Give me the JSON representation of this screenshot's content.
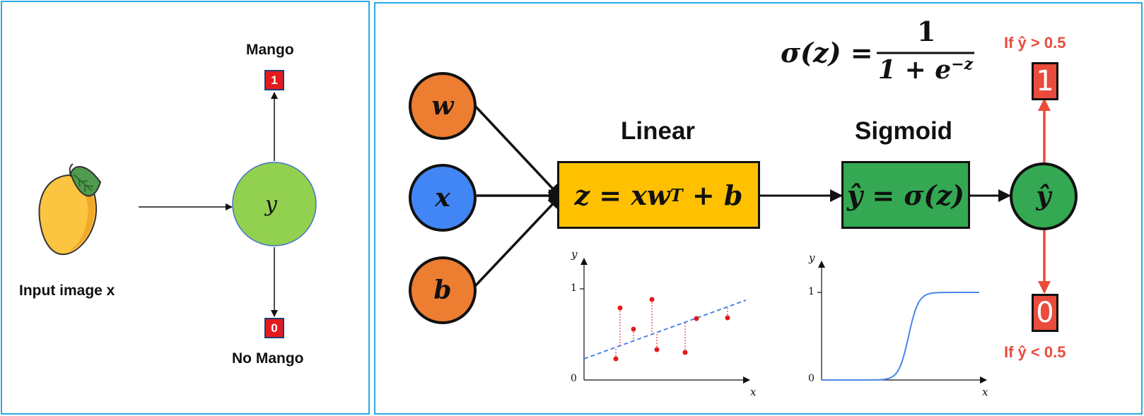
{
  "left": {
    "mango_label": "Mango",
    "no_mango_label": "No Mango",
    "input_label": "Input image x",
    "node_label": "y",
    "out_top": "1",
    "out_bottom": "0"
  },
  "right": {
    "formula": {
      "lhs": "σ(z) =",
      "numerator": "1",
      "denominator": "1 + e",
      "exponent": "−z"
    },
    "inputs": [
      "w",
      "x",
      "b"
    ],
    "linear_title": "Linear",
    "linear_formula": {
      "base": "z = xw",
      "sup": "T",
      "tail": " + b"
    },
    "sigmoid_title": "Sigmoid",
    "sigmoid_formula": "ŷ = σ(z)",
    "output_node": "ŷ",
    "out_top": "1",
    "out_bottom": "0",
    "cond_top": "If ŷ > 0.5",
    "cond_bottom": "If ŷ < 0.5",
    "linear_plot": {
      "ylabel": "y",
      "xlabel": "x",
      "tick_1": "1",
      "tick_0": "0"
    },
    "sigmoid_plot": {
      "ylabel": "y",
      "xlabel": "x",
      "tick_1": "1",
      "tick_0": "0"
    }
  },
  "colors": {
    "border": "#29abe2",
    "orange": "#ed7d31",
    "blue": "#4285f4",
    "yellow": "#ffc000",
    "green": "#34a853",
    "lightgreen": "#92d050",
    "red": "#e94b3c",
    "mango": "#fcc541"
  }
}
